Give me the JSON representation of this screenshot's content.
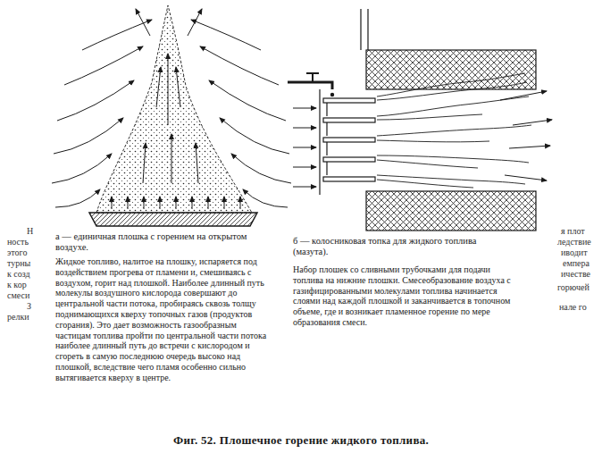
{
  "diagram": {
    "caption": "Фиг. 52. Плошечное горение жидкого топлива.",
    "labels": [
      "а — единичная плошка с горением на открытом воздухе.",
      "Жидкое топливо, налитое на плошку, испаряется под воздействием прогрева от пламени и, смешиваясь с воздухом, горит над плошкой. Наиболее длинный путь молекулы воздушного кислорода совершают до центральной части потока, пробираясь сквозь толщу поднимающихся кверху топочных газов (продуктов сгорания). Это дает возможность газообразным частицам топлива пройти по центральной части потока наиболее длинный путь до встречи с кислородом и сгореть в самую последнюю очередь высоко над плошкой, вследствие чего пламя особенно сильно вытягивается кверху в центре.",
      "б — колосниковая топка для жидкого топлива (мазута).",
      "Набор плошек со сливными трубочками для подачи топлива на нижние плошки. Смесеобразование воздуха с газифицированными молекулами топлива начинается слоями над каждой плошкой и заканчивается в топочном объеме, где и возникает пламенное горение по мере образования смеси.",
      "Н",
      "ность",
      "этого",
      "турны",
      "к созд",
      "к кор",
      "смеси",
      "З",
      "релки",
      "я плот",
      "ледствие",
      "иводит",
      "емпера",
      "ичестве",
      "горючей",
      "нале го"
    ]
  }
}
